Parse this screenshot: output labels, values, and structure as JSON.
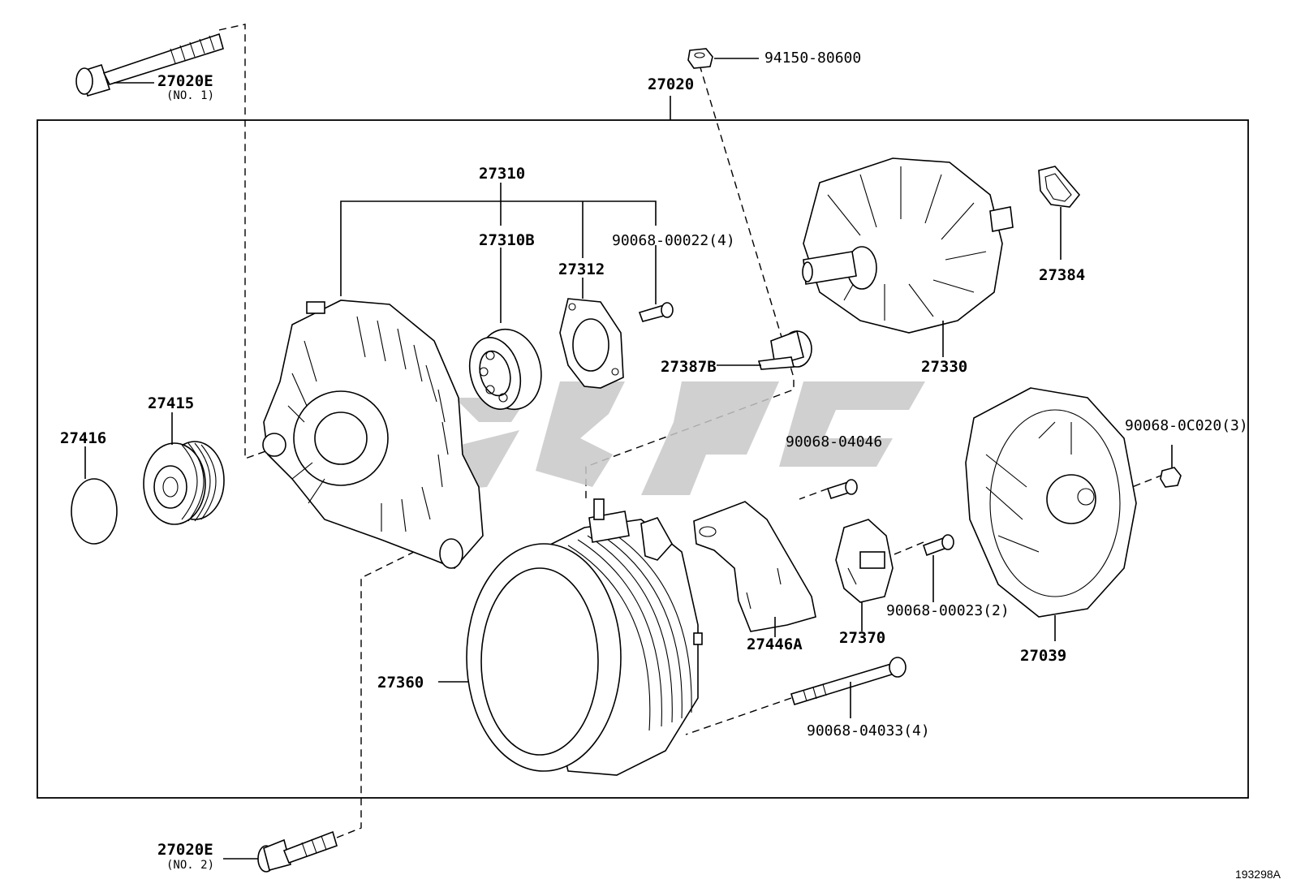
{
  "diagram": {
    "figure_code": "193298A",
    "labels": {
      "p27020": "27020",
      "p27020e_top": "27020E",
      "p27020e_top_sub": "(NO. 1)",
      "p27020e_bottom": "27020E",
      "p27020e_bottom_sub": "(NO. 2)",
      "p94150": "94150-80600",
      "p27310": "27310",
      "p27310b": "27310B",
      "p27312": "27312",
      "p90068_00022": "90068-00022(4)",
      "p27384": "27384",
      "p27330": "27330",
      "p27387b": "27387B",
      "p27415": "27415",
      "p27416": "27416",
      "p90068_04046": "90068-04046",
      "p90068_0c020": "90068-0C020(3)",
      "p27446a": "27446A",
      "p27370": "27370",
      "p90068_00023": "90068-00023(2)",
      "p27039": "27039",
      "p27360": "27360",
      "p90068_04033": "90068-04033(4)"
    }
  }
}
